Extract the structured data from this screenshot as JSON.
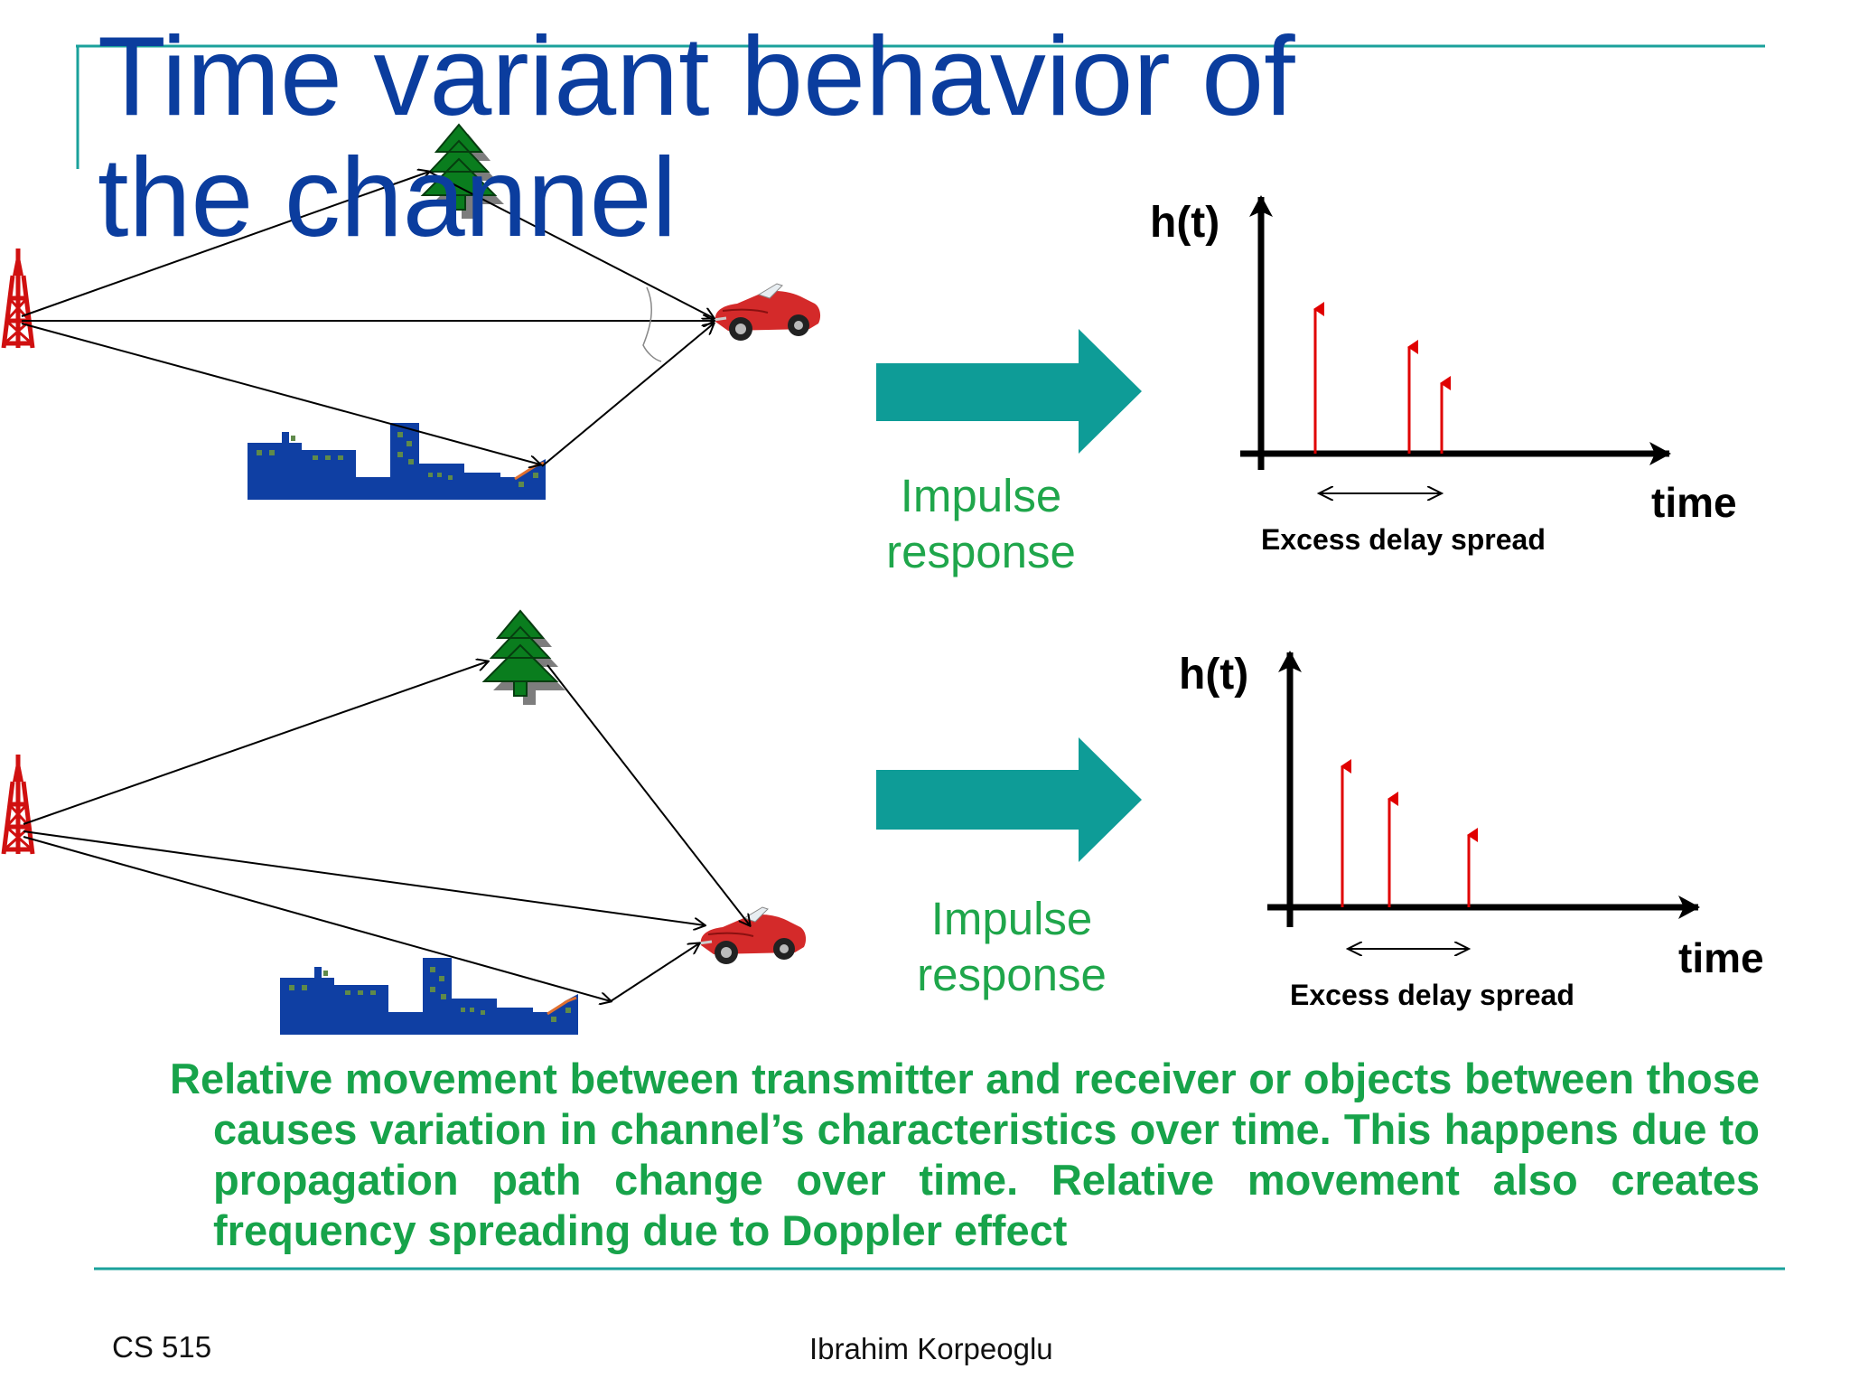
{
  "title": "Time variant behavior of the channel",
  "colors": {
    "title": "#0b3d9e",
    "accent_line": "#1aa19b",
    "big_arrow": "#0e9c97",
    "impulse_text": "#1fa64b",
    "body_text": "#17a34a",
    "impulse": "#e00000",
    "building": "#0f3fa3",
    "tree": "#0a7d1e",
    "tower": "#d01010",
    "car": "#d42a2a"
  },
  "scenario_top": {
    "impulse_label_line1": "Impulse",
    "impulse_label_line2": "response",
    "plot_ylabel": "h(t)",
    "plot_xlabel": "time",
    "spread_label": "Excess delay spread"
  },
  "scenario_bottom": {
    "impulse_label_line1": "Impulse",
    "impulse_label_line2": "response",
    "plot_ylabel": "h(t)",
    "plot_xlabel": "time",
    "spread_label": "Excess delay spread"
  },
  "body_text": "Relative movement between transmitter and receiver or objects between those causes variation in channel’s characteristics over time. This happens due to propagation path change over time. Relative movement also creates frequency spreading due to Doppler effect",
  "footer": {
    "course": "CS 515",
    "author": "Ibrahim Korpeoglu"
  },
  "icons": [
    "transmitter-tower-icon",
    "tree-icon",
    "building-skyline-icon",
    "car-icon",
    "arrow-right-icon"
  ]
}
